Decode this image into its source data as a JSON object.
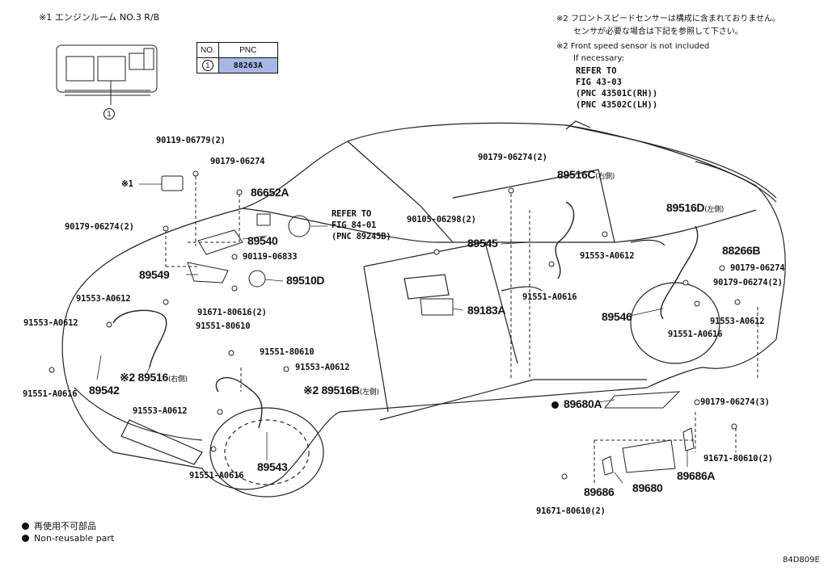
{
  "header": {
    "relay_block_note": "※1 エンジンルーム NO.3 R/B",
    "pnc_table": {
      "col_no": "NO.",
      "col_pnc": "PNC",
      "row_no": "1",
      "row_pnc": "88263A"
    },
    "callout_1": "1",
    "note2_jp_line1": "※2 フロントスピードセンサーは構成に含まれておりません。",
    "note2_jp_line2": "センサが必要な場合は下記を参照して下さい。",
    "note2_en_line1": "※2 Front speed sensor is not included",
    "note2_en_line2": "If necessary:",
    "note2_ref_1": "REFER TO",
    "note2_ref_2": "FIG 43-03",
    "note2_ref_3": "(PNC 43501C(RH))",
    "note2_ref_4": "(PNC 43502C(LH))"
  },
  "labels": {
    "p90119_06779": "90119-06779(2)",
    "p90179_06274_a": "90179-06274",
    "note1_marker": "※1",
    "p86652A": "86652A",
    "refer_84_1": "REFER TO",
    "refer_84_2": "FIG 84-01",
    "refer_84_3": "(PNC 89245B)",
    "p90179_06274_2a": "90179-06274(2)",
    "p89540": "89540",
    "p90119_06833": "90119-06833",
    "p89549": "89549",
    "p89510D": "89510D",
    "p91553_A0612_a": "91553-A0612",
    "p91671_80616": "91671-80616(2)",
    "p91553_A0612_b": "91553-A0612",
    "p91551_80610_a": "91551-80610",
    "p91551_80610_b": "91551-80610",
    "p89516": "※2 89516",
    "p89516_side": "(右側)",
    "p91551_A0616_a": "91551-A0616",
    "p89542": "89542",
    "p91553_A0612_c": "91553-A0612",
    "p89516B": "※2 89516B",
    "p89516B_side": "(左側)",
    "p91553_A0612_d": "91553-A0612",
    "p89543": "89543",
    "p91551_A0616_b": "91551-A0616",
    "p90179_06274_2b": "90179-06274(2)",
    "p89516C": "89516C",
    "p89516C_side": "(右側)",
    "p90105_06298": "90105-06298(2)",
    "p89545": "89545",
    "p91553_A0612_e": "91553-A0612",
    "p91551_A0616_c": "91551-A0616",
    "p89183A": "89183A",
    "p89516D": "89516D",
    "p89516D_side": "(左側)",
    "p88266B": "88266B",
    "p90179_06274_b": "90179-06274",
    "p90179_06274_2c": "90179-06274(2)",
    "p89546": "89546",
    "p91553_A0612_f": "91553-A0612",
    "p91551_A0616_d": "91551-A0616",
    "p89680A": "89680A",
    "p90179_06274_3": "90179-06274(3)",
    "p91671_80610_a": "91671-80610(2)",
    "p89686A": "89686A",
    "p89686": "89686",
    "p89680": "89680",
    "p91671_80610_b": "91671-80610(2)"
  },
  "legend": {
    "line_jp": "再使用不可部品",
    "line_en": "Non-reusable part"
  },
  "figure_code": "84D809E",
  "colors": {
    "highlight": "#a8b8e6",
    "ink": "#111111"
  }
}
